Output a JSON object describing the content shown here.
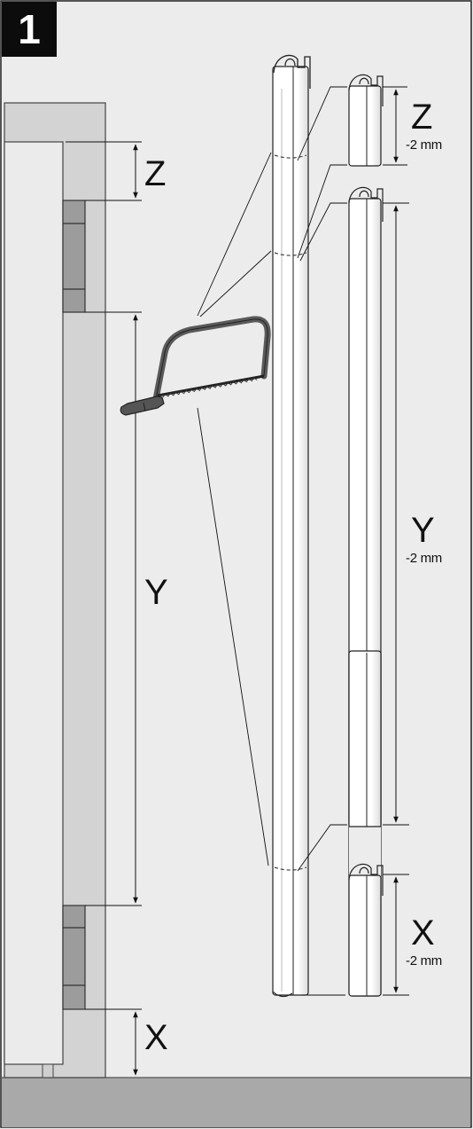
{
  "step_number": "1",
  "frame_labels": {
    "z": "Z",
    "y": "Y",
    "x": "X"
  },
  "cut_labels": {
    "z": {
      "letter": "Z",
      "offset": "-2 mm"
    },
    "y": {
      "letter": "Y",
      "offset": "-2 mm"
    },
    "x": {
      "letter": "X",
      "offset": "-2 mm"
    }
  },
  "colors": {
    "wall": "#ececec",
    "floor": "#a9a9a9",
    "frame": "#d3d3d3",
    "door": "#ebebeb",
    "hinge": "#9c9c9c",
    "saw": "#5a5a5a",
    "ink": "#111111"
  },
  "icons": [
    "hacksaw-icon",
    "profile-rail-icon"
  ]
}
